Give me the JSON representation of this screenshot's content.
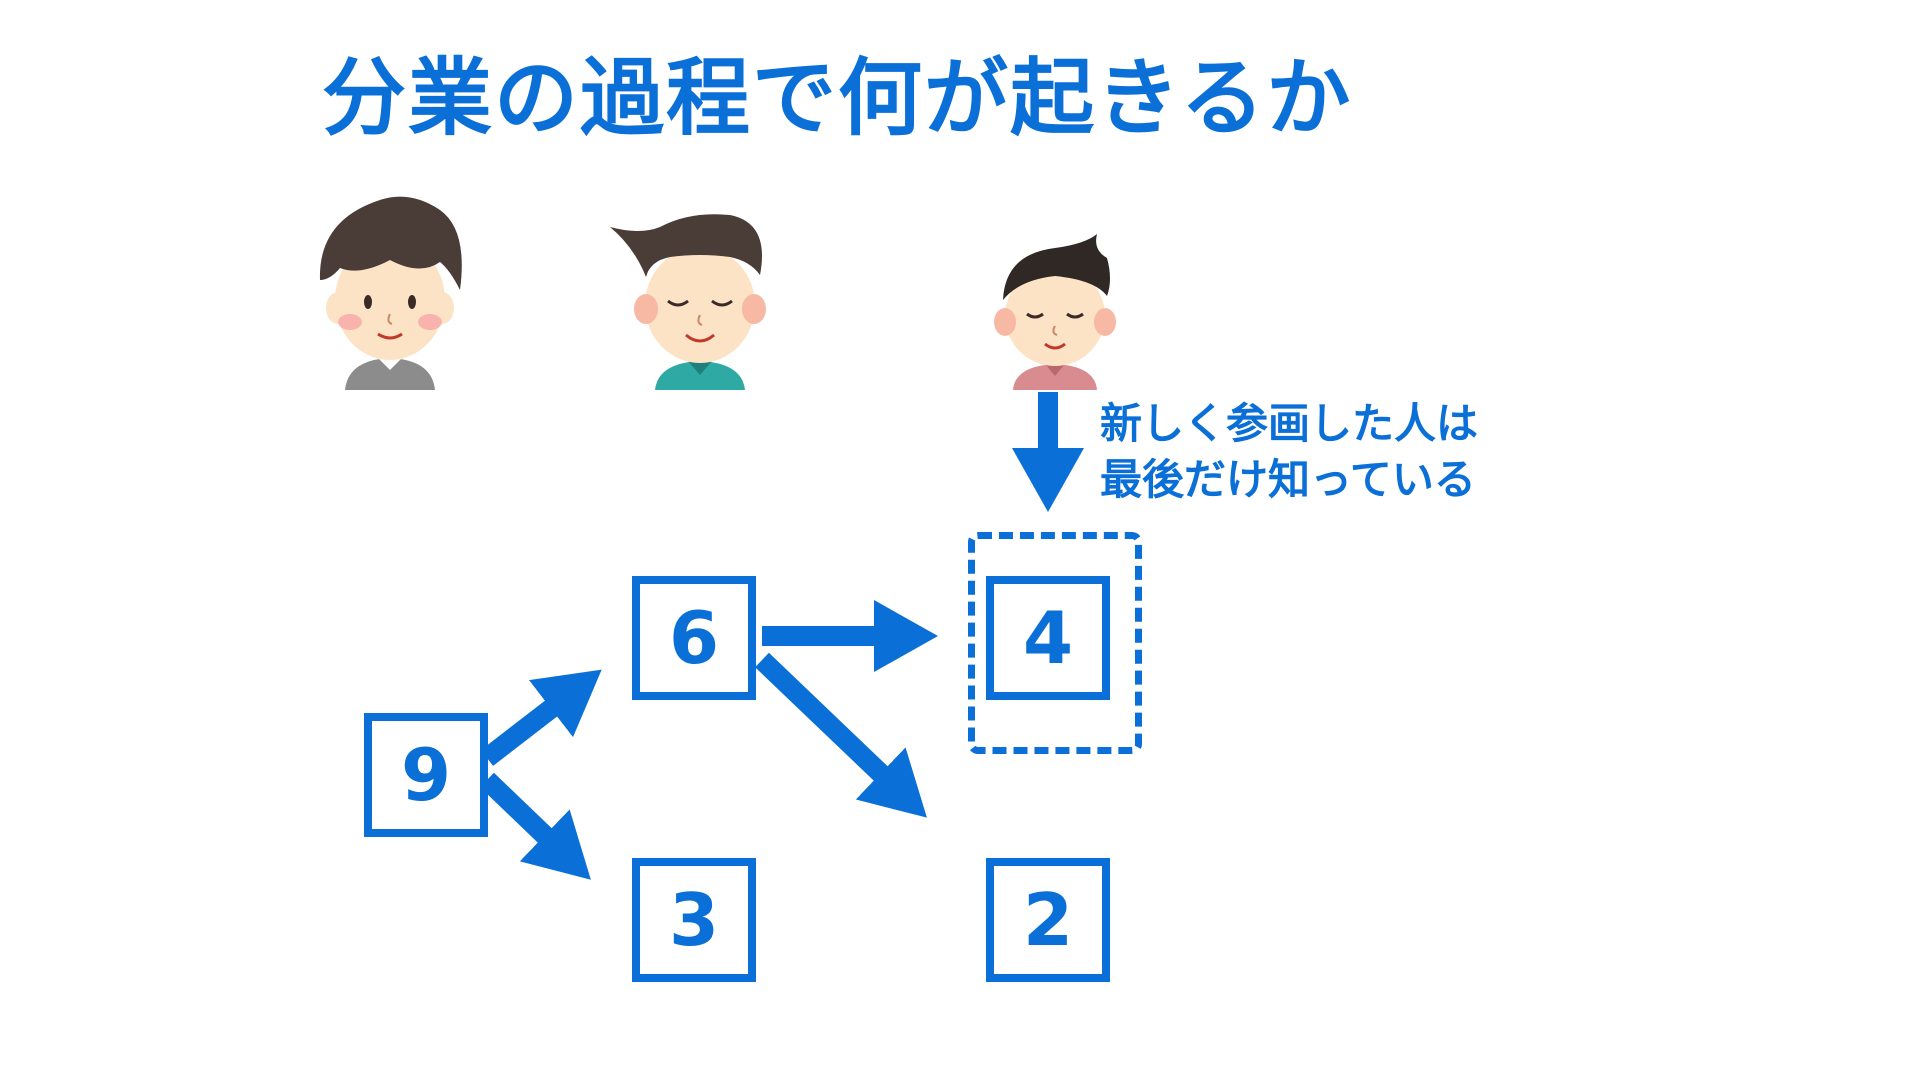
{
  "slide": {
    "title": "分業の過程で何が起きるか",
    "note_lines": [
      "新しく参画した人は",
      "最後だけ知っている"
    ]
  },
  "nodes": [
    {
      "id": "n9",
      "label": "9"
    },
    {
      "id": "n6",
      "label": "6"
    },
    {
      "id": "n3",
      "label": "3"
    },
    {
      "id": "n4",
      "label": "4"
    },
    {
      "id": "n2",
      "label": "2"
    }
  ],
  "edges": [
    {
      "from": "9",
      "to": "6"
    },
    {
      "from": "9",
      "to": "3"
    },
    {
      "from": "6",
      "to": "4"
    },
    {
      "from": "6",
      "to": "2"
    }
  ],
  "people": [
    {
      "id": "person-left",
      "shirt": "gray"
    },
    {
      "id": "person-middle",
      "shirt": "teal"
    },
    {
      "id": "person-right",
      "shirt": "pink"
    }
  ],
  "colors": {
    "accent": "#0a6fd6",
    "skin": "#fde3c6",
    "hair": "#4a3c37",
    "shirt_gray": "#8c8c8c",
    "shirt_teal": "#2fa9a3",
    "shirt_pink": "#d98c90"
  }
}
